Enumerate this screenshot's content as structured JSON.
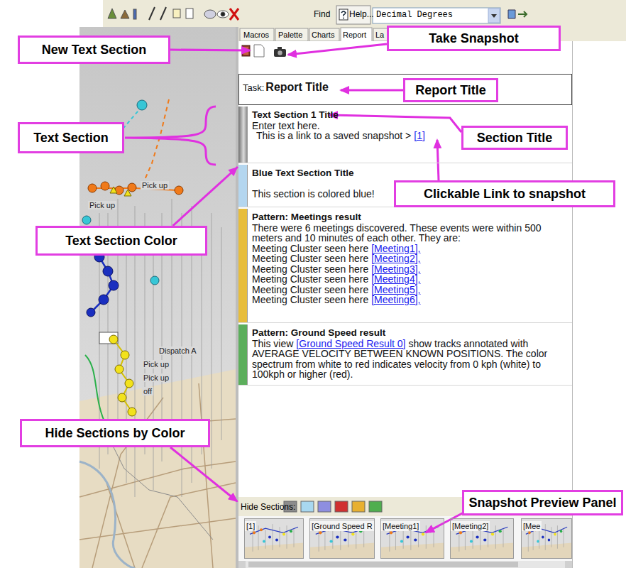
{
  "diagram": {
    "nodes": [
      {
        "text": [
          "New Text Section"
        ]
      },
      {
        "text": [
          "Take Snapshot"
        ]
      },
      {
        "text": [
          "Report Title"
        ]
      },
      {
        "text": [
          "Task:",
          "Report Title"
        ]
      },
      {
        "text": [
          "Text Section"
        ]
      },
      {
        "text": [
          "Text Section 1 Title",
          "Enter text here.",
          "This is a link to a saved snapshot >",
          "[1]"
        ]
      },
      {
        "text": [
          "Section Title"
        ]
      },
      {
        "text": [
          "Blue Text Section Title",
          "This section is colored blue!"
        ]
      },
      {
        "text": [
          "Clickable Link to snapshot"
        ]
      },
      {
        "text": [
          "Text Section Color"
        ]
      },
      {
        "text": [
          "Pattern: Meetings result",
          "There were 6 meetings discovered. These events were within 500 meters and 10 minutes of each other. They are:",
          "Meeting Cluster seen here",
          "[Meeting1],",
          "Meeting Cluster seen here",
          "[Meeting2],",
          "Meeting Cluster seen here",
          "[Meeting3],",
          "Meeting Cluster seen here",
          "[Meeting4],",
          "Meeting Cluster seen here",
          "[Meeting5],",
          "Meeting Cluster seen here",
          "[Meeting6],"
        ]
      },
      {
        "text": [
          "Pattern: Ground Speed result",
          "This view",
          "[Ground Speed Result 0]",
          "show tracks annotated with AVERAGE VELOCITY BETWEEN KNOWN POSITIONS. The color spectrum from white to red indicates velocity from 0 kph (white) to 100kph or higher (red)."
        ]
      },
      {
        "text": [
          "Hide Sections by Color"
        ]
      },
      {
        "text": [
          "Snapshot Preview Panel"
        ]
      },
      {
        "text": [
          "[1]"
        ]
      },
      {
        "text": [
          "[Ground Speed R"
        ]
      },
      {
        "text": [
          "[Meeting1]"
        ]
      },
      {
        "text": [
          "[Meeting2]"
        ]
      },
      {
        "text": [
          "[Mee"
        ]
      }
    ],
    "edges": [
      {
        "from": 9,
        "to": 7,
        "arrow": "to"
      }
    ],
    "labels": [
      "Find",
      "Help...",
      "Decimal Degrees",
      "Macros",
      "Palette",
      "Charts",
      "Report",
      "La",
      "Pick up",
      "Pick up",
      "Dispatch A",
      "Pick up",
      "Pick up",
      "off",
      "Hide Sections:"
    ]
  }
}
